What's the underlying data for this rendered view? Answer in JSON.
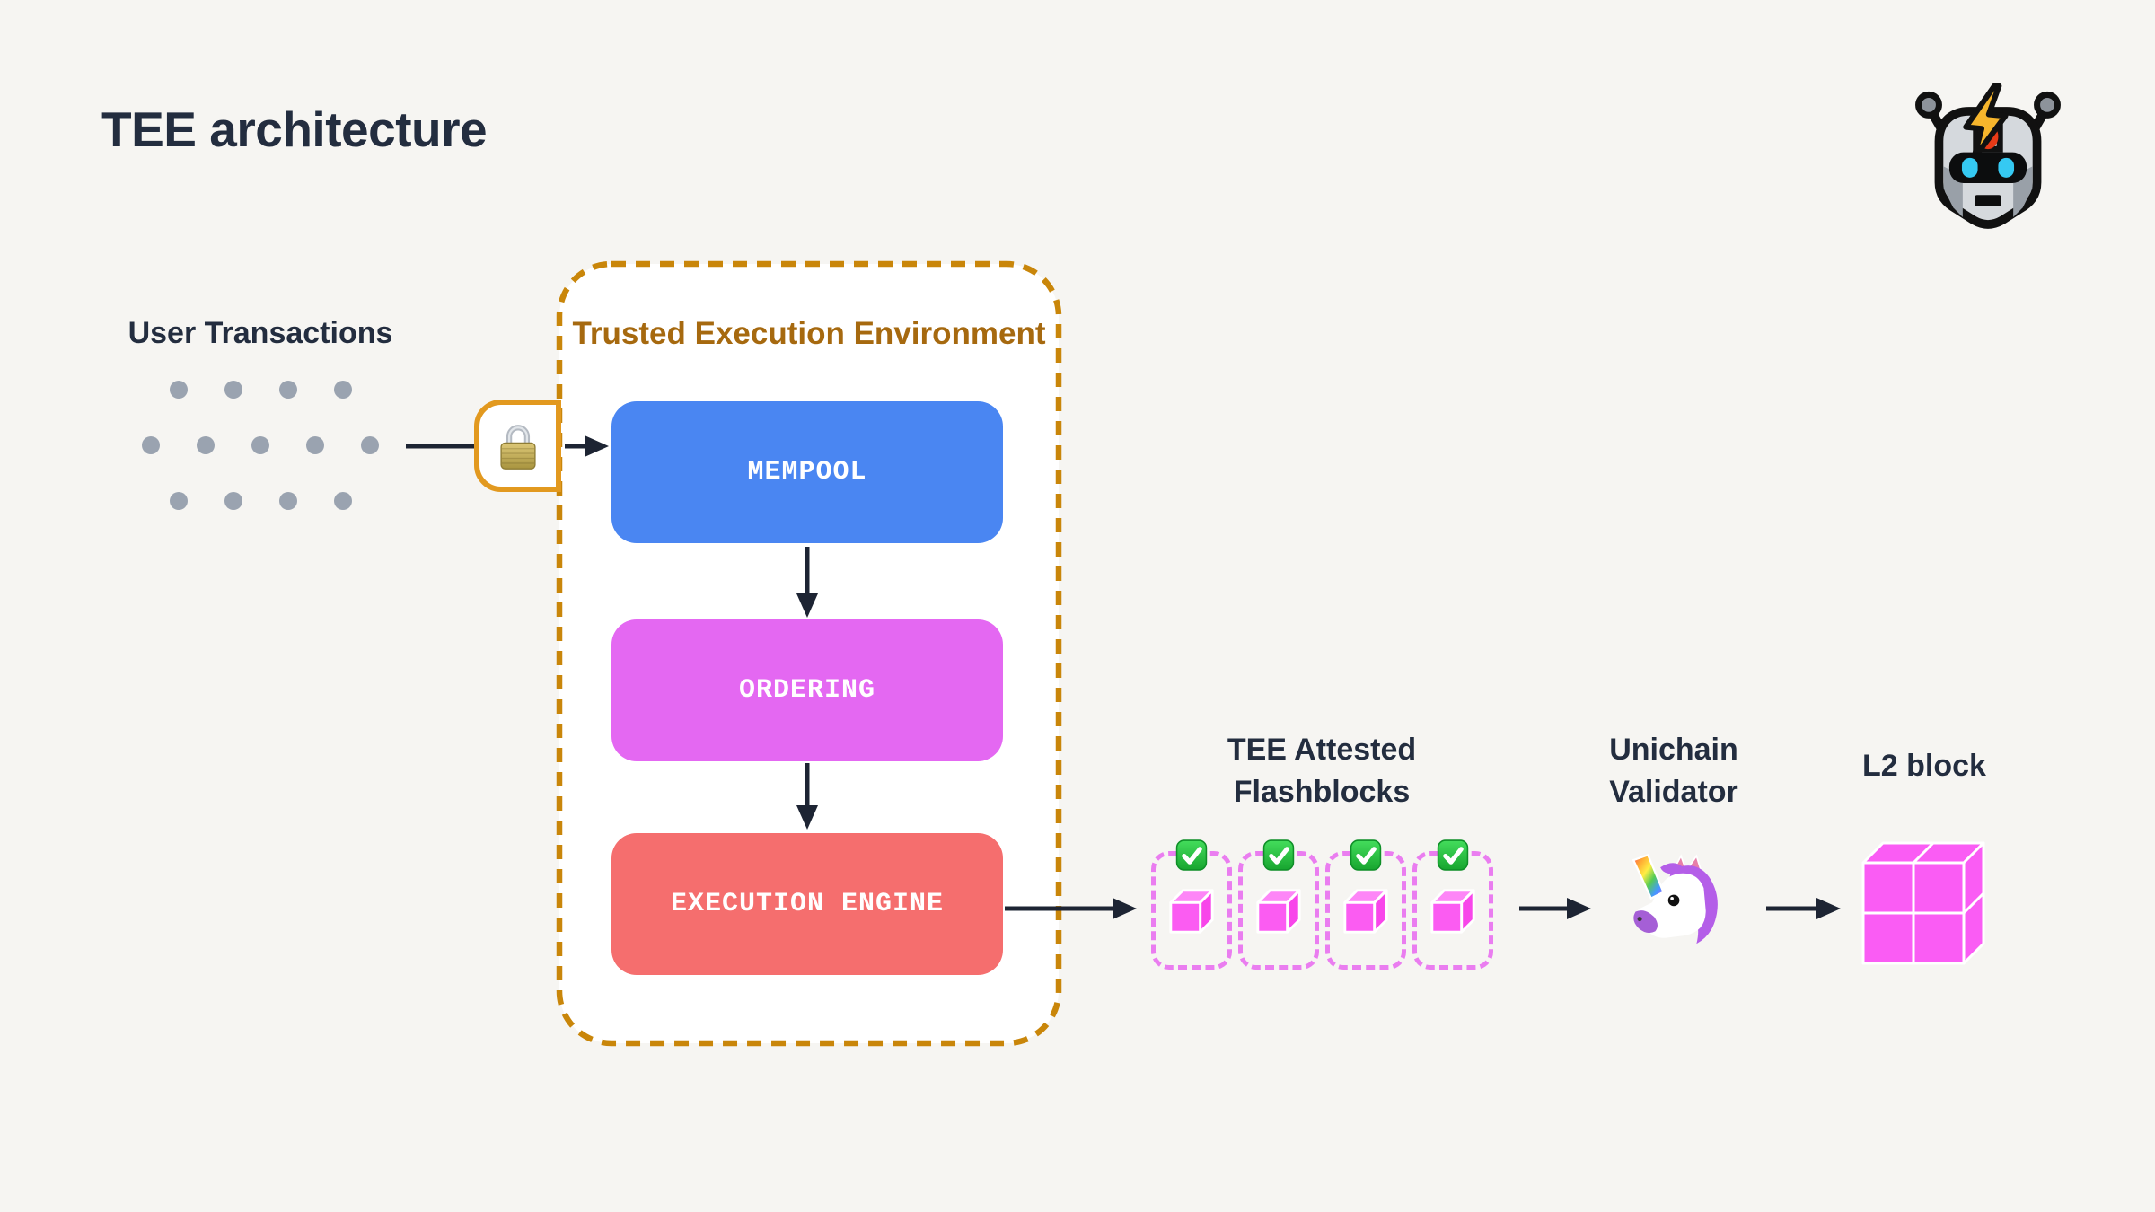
{
  "header": {
    "title": "TEE architecture"
  },
  "logo": {
    "icon": "robot-with-lightning-bolt"
  },
  "user_transactions": {
    "label": "User Transactions",
    "dot_rows": [
      4,
      5,
      4
    ],
    "dot_color": "#9aa3b0"
  },
  "lock": {
    "icon": "gold-padlock",
    "badge_border_color": "#e2991f"
  },
  "tee": {
    "title": "Trusted Execution Environment",
    "title_color": "#a6690f",
    "border_color": "#c9860a",
    "fill_color": "#ffffff",
    "stages": [
      {
        "label": "MEMPOOL",
        "color": "#4a86f2"
      },
      {
        "label": "ORDERING",
        "color": "#e468f2"
      },
      {
        "label": "EXECUTION ENGINE",
        "color": "#f56e6e"
      }
    ]
  },
  "flashblocks": {
    "label_line1": "TEE Attested",
    "label_line2": "Flashblocks",
    "count": 4,
    "border_color": "#ea7df0",
    "cube_color": "#fb5cf2",
    "check_icon": "green-checkmark"
  },
  "validator": {
    "label_line1": "Unichain",
    "label_line2": "Validator",
    "icon": "unicorn"
  },
  "l2_block": {
    "label": "L2 block",
    "cube_color": "#fa5cf4"
  },
  "arrows": {
    "color": "#1d2433"
  },
  "page": {
    "background": "#f6f5f2",
    "text_color": "#232d3f"
  }
}
